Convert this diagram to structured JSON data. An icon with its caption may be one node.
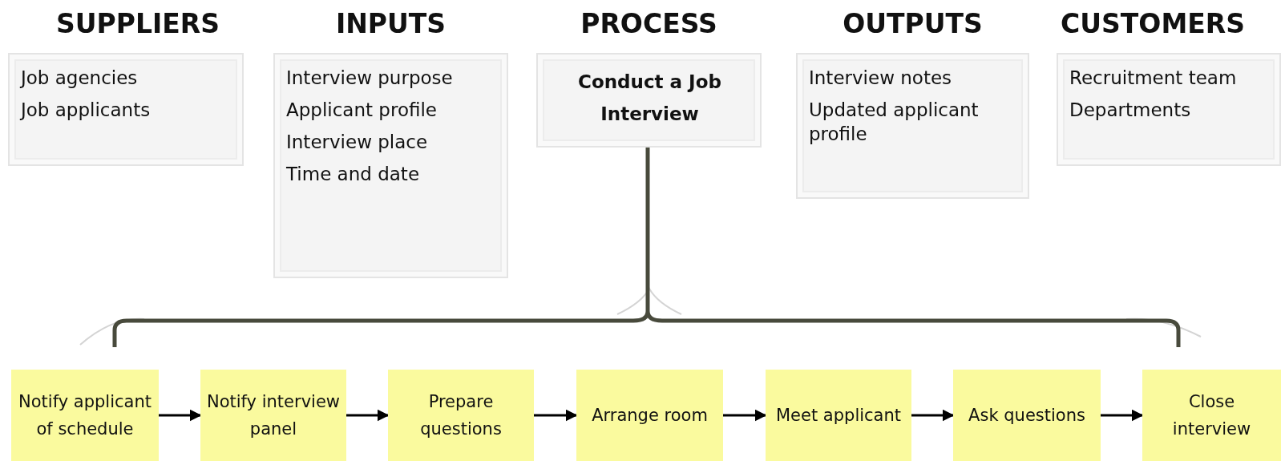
{
  "diagram": {
    "nodes": [
      {
        "text": [
          "SUPPLIERS",
          "Job agencies",
          "Job applicants"
        ]
      },
      {
        "text": [
          "INPUTS",
          "Interview purpose",
          "Applicant profile",
          "Interview place",
          "Time and date"
        ]
      },
      {
        "text": [
          "PROCESS",
          "Conduct a Job Interview"
        ]
      },
      {
        "text": [
          "OUTPUTS",
          "Interview notes",
          "Updated applicant profile"
        ]
      },
      {
        "text": [
          "CUSTOMERS",
          "Recruitment team",
          "Departments"
        ]
      },
      {
        "text": [
          "Notify applicant of schedule"
        ]
      },
      {
        "text": [
          "Notify interview panel"
        ]
      },
      {
        "text": [
          "Prepare questions"
        ]
      },
      {
        "text": [
          "Arrange room"
        ]
      },
      {
        "text": [
          "Meet applicant"
        ]
      },
      {
        "text": [
          "Ask questions"
        ]
      },
      {
        "text": [
          "Close interview"
        ]
      }
    ],
    "edges": [
      {
        "from": 5,
        "to": 6,
        "arrow": "to"
      },
      {
        "from": 6,
        "to": 7,
        "arrow": "to"
      },
      {
        "from": 7,
        "to": 8,
        "arrow": "to"
      },
      {
        "from": 8,
        "to": 9,
        "arrow": "to"
      },
      {
        "from": 9,
        "to": 10,
        "arrow": "to"
      },
      {
        "from": 10,
        "to": 11,
        "arrow": "to"
      }
    ]
  }
}
